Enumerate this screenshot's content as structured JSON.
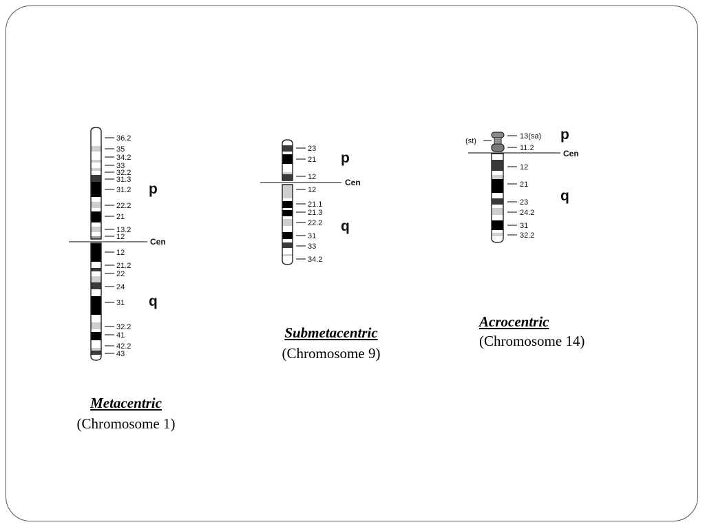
{
  "colors": {
    "black": "#000000",
    "dark": "#3a3a3a",
    "mid": "#9a9a9a",
    "light": "#cfcfcf",
    "white": "#ffffff",
    "outline": "#222222"
  },
  "chromosomes": [
    {
      "id": "chr1",
      "type_label": "Metacentric",
      "chromosome_label": "(Chromosome 1)",
      "arm_p": "p",
      "arm_q": "q",
      "cen_label": "Cen",
      "band_labels": [
        "36.2",
        "35",
        "34.2",
        "33",
        "32.2",
        "31.3",
        "31.2",
        "22.2",
        "21",
        "13.2",
        "12",
        "12",
        "21.2",
        "22",
        "24",
        "31",
        "32.2",
        "41",
        "42.2",
        "43"
      ]
    },
    {
      "id": "chr9",
      "type_label": "Submetacentric",
      "chromosome_label": "(Chromosome 9)",
      "arm_p": "p",
      "arm_q": "q",
      "cen_label": "Cen",
      "band_labels": [
        "23",
        "21",
        "12",
        "12",
        "21.1",
        "21.3",
        "22.2",
        "31",
        "33",
        "34.2"
      ]
    },
    {
      "id": "chr14",
      "type_label": "Acrocentric",
      "chromosome_label": "(Chromosome 14)",
      "arm_p": "p",
      "arm_q": "q",
      "cen_label": "Cen",
      "st_label": "(st)",
      "band_labels": [
        "13(sa)",
        "11.2",
        "12",
        "21",
        "23",
        "24.2",
        "31",
        "32.2"
      ]
    }
  ]
}
